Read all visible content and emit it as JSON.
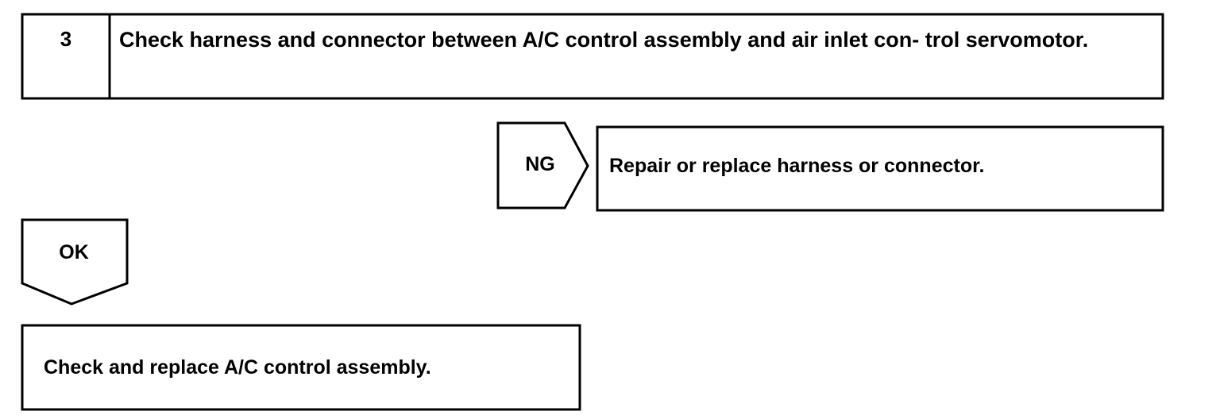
{
  "step": {
    "number": "3",
    "title": "Check harness and connector between A/C control assembly and air inlet con- trol servomotor."
  },
  "ng_branch": {
    "label": "NG",
    "action": "Repair or replace harness or connector."
  },
  "ok_branch": {
    "label": "OK",
    "action": "Check and replace A/C control assembly."
  },
  "colors": {
    "line": "#000000",
    "background": "#ffffff"
  }
}
